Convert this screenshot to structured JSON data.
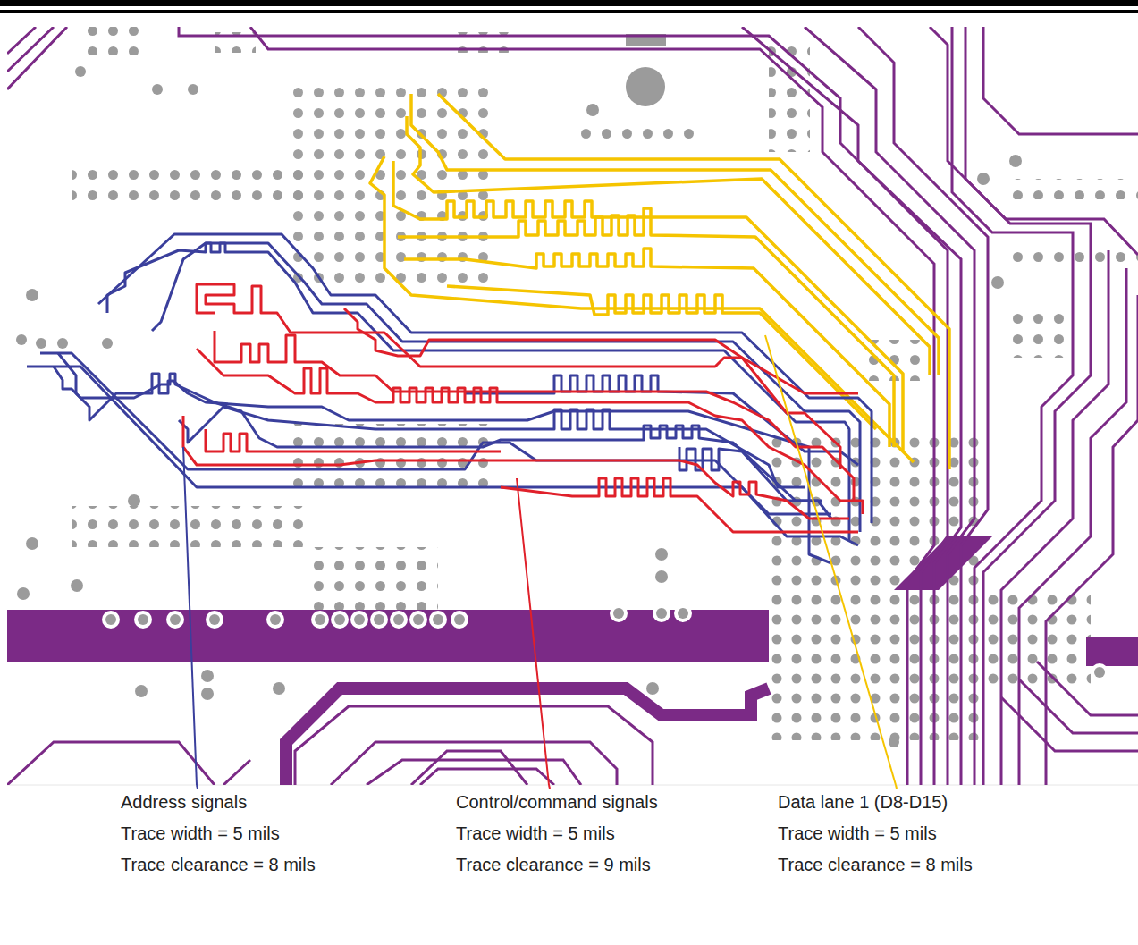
{
  "diagram": {
    "labels": [
      "Address signals",
      "Trace width = 5 mils",
      "Trace clearance = 8 mils",
      "Control/command signals",
      "Trace width = 5 mils",
      "Trace clearance = 9 mils",
      "Data lane 1 (D8-D15)",
      "Trace width = 5 mils",
      "Trace clearance = 8 mils"
    ]
  }
}
